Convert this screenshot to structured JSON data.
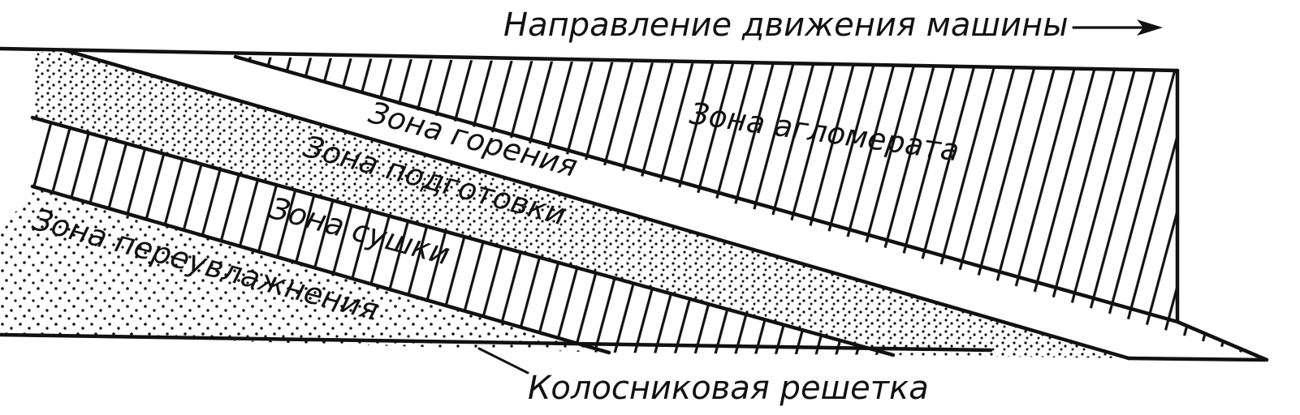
{
  "diagram": {
    "direction_label": "Направление движения машины",
    "grate_label": "Колосниковая решетка",
    "zones": {
      "agglomerate": "Зона агломерата",
      "combustion": "Зона горения",
      "preparation": "Зона подготовки",
      "drying": "Зона сушки",
      "overmoistening": "Зона переувлажнения"
    }
  },
  "colors": {
    "ink": "#111111",
    "background": "#ffffff"
  }
}
